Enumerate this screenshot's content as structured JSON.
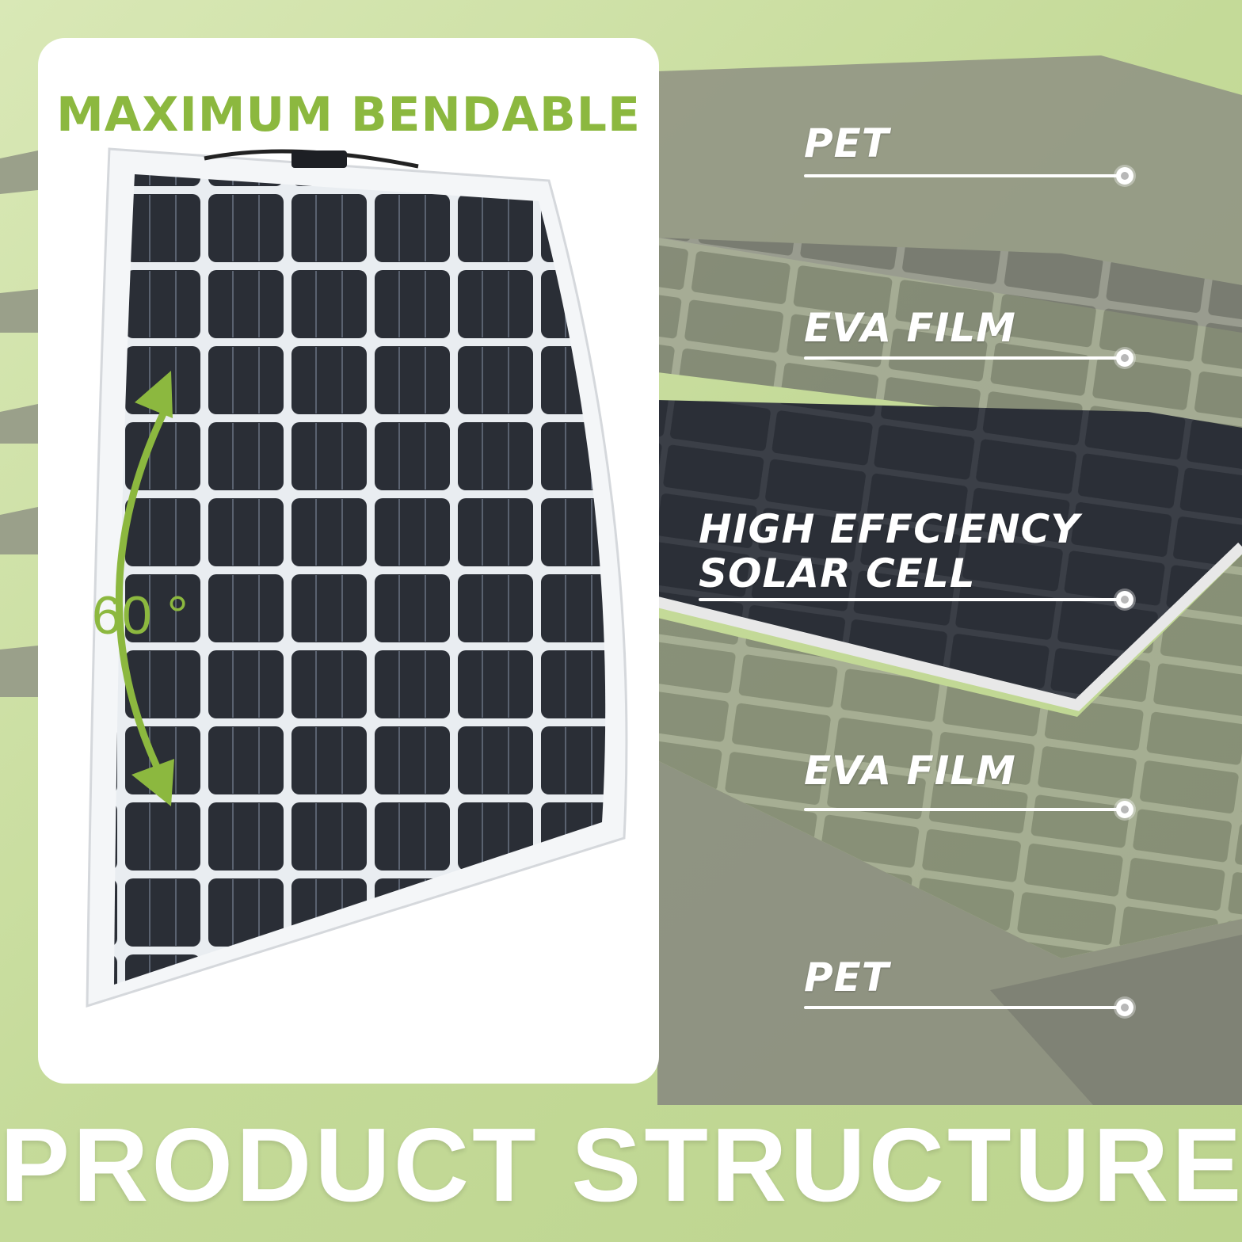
{
  "heading": "MAXIMUM BENDABLE",
  "bend_angle": "60 °",
  "layers": [
    {
      "label": "PET"
    },
    {
      "label": "EVA FILM"
    },
    {
      "label": "HIGH EFFCIENCY\nSOLAR CELL"
    },
    {
      "label": "EVA FILM"
    },
    {
      "label": "PET"
    }
  ],
  "footer": "PRODUCT STRUCTURE",
  "colors": {
    "accent_green": "#8cb83f",
    "background_green": "#c9dca4",
    "panel_dark": "#2a2e36",
    "layer_gray": "#8a8a7e"
  }
}
